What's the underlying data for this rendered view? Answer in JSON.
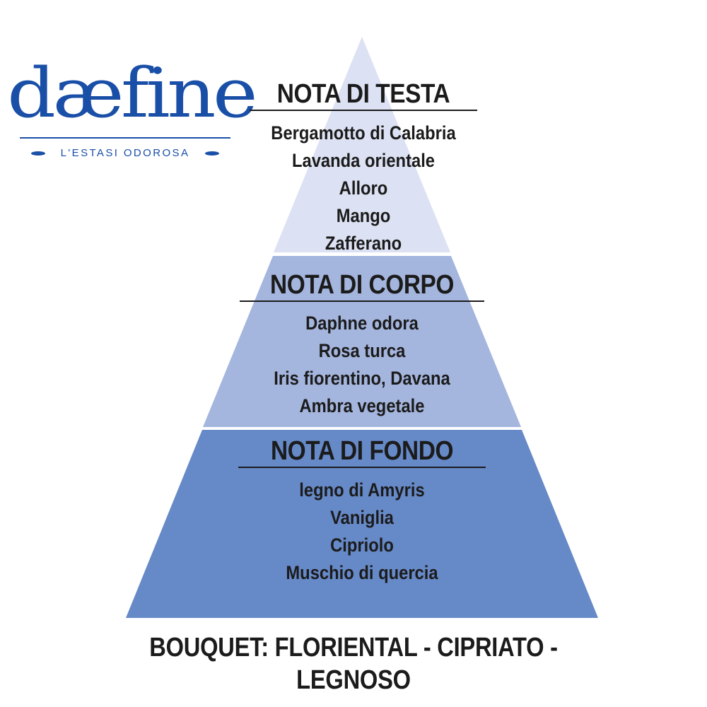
{
  "brand": {
    "logo_word": "dæfine",
    "tagline": "L'ESTASI ODOROSA",
    "color": "#1a4fa8"
  },
  "pyramid": {
    "top": {
      "title": "NOTA DI TESTA",
      "notes": [
        "Bergamotto di Calabria",
        "Lavanda orientale",
        "Alloro",
        "Mango",
        "Zafferano"
      ],
      "color": "#dce1f3"
    },
    "middle": {
      "title": "NOTA DI CORPO",
      "notes": [
        "Daphne odora",
        "Rosa turca",
        "Iris fiorentino, Davana",
        "Ambra vegetale"
      ],
      "color": "#a4b5de"
    },
    "base": {
      "title": "NOTA DI FONDO",
      "notes": [
        "legno di Amyris",
        "Vaniglia",
        "Cipriolo",
        "Muschio di quercia"
      ],
      "color": "#6689c7"
    }
  },
  "bouquet": "BOUQUET: FLORIENTAL - CIPRIATO - LEGNOSO"
}
